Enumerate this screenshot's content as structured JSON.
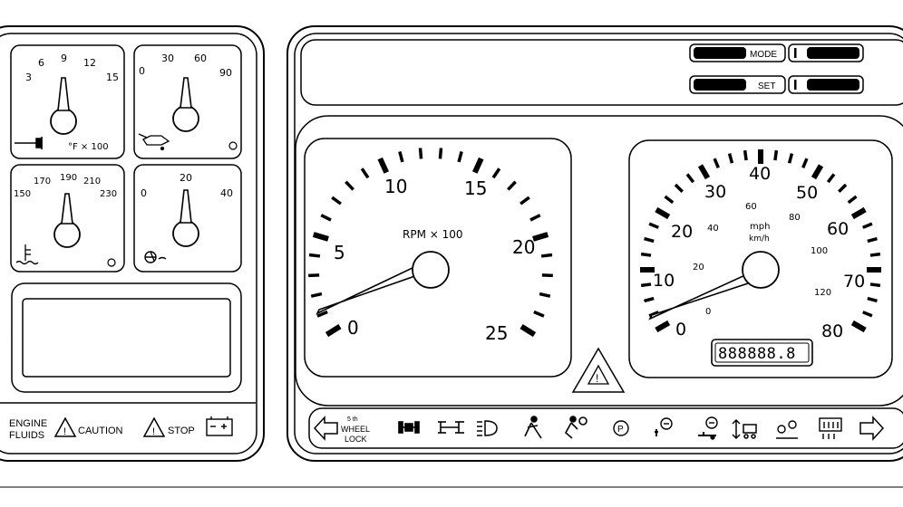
{
  "left_cluster": {
    "gauges": [
      {
        "name": "transmission-temp",
        "ticks": [
          "3",
          "6",
          "9",
          "12",
          "15"
        ],
        "unit": "°F × 100",
        "icon": "transmission-temp-icon"
      },
      {
        "name": "oil-pressure",
        "ticks": [
          "0",
          "30",
          "60",
          "90"
        ],
        "unit": "",
        "icon": "oil-can-icon"
      },
      {
        "name": "coolant-temp",
        "ticks": [
          "150",
          "170",
          "190",
          "210",
          "230"
        ],
        "unit": "",
        "icon": "coolant-temp-icon"
      },
      {
        "name": "air-pressure",
        "ticks": [
          "0",
          "20",
          "40"
        ],
        "unit": "",
        "icon": "air-pressure-icon"
      }
    ],
    "bottom_labels": {
      "engine_fluids_1": "ENGINE",
      "engine_fluids_2": "FLUIDS",
      "caution": "CAUTION",
      "stop": "STOP"
    }
  },
  "top_buttons": {
    "mode": "MODE",
    "set": "SET"
  },
  "tachometer": {
    "label": "RPM × 100",
    "numbers": [
      "0",
      "5",
      "10",
      "15",
      "20",
      "25"
    ]
  },
  "speedometer": {
    "mph_numbers": [
      "0",
      "10",
      "20",
      "30",
      "40",
      "50",
      "60",
      "70",
      "80"
    ],
    "kmh_numbers": [
      "0",
      "20",
      "40",
      "60",
      "80",
      "100",
      "120"
    ],
    "unit_mph": "mph",
    "unit_kmh": "km/h",
    "odometer": "888888.8"
  },
  "indicator_bar": {
    "fifth_wheel_1": "5 th",
    "fifth_wheel_2": "WHEEL",
    "fifth_wheel_3": "LOCK",
    "parking": "P"
  }
}
